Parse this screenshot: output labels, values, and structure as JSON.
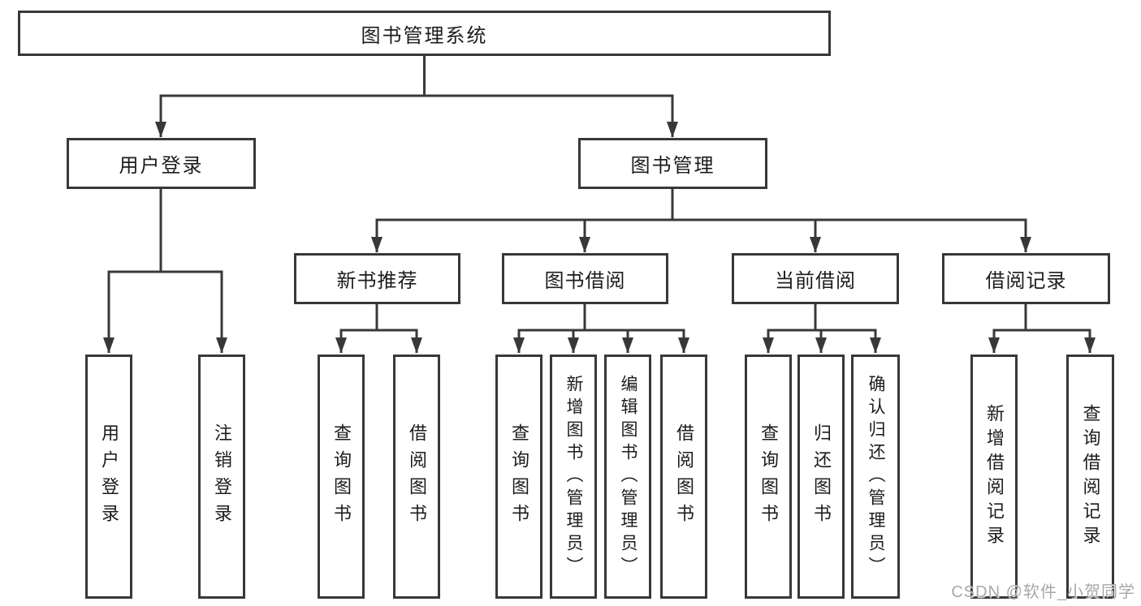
{
  "colors": {
    "background": "#ffffff",
    "line": "#383838",
    "text": "#1c1c1c",
    "watermark": "#a8a8a8"
  },
  "diagram": {
    "root": {
      "label": "图书管理系统"
    },
    "branches": [
      {
        "label": "用户登录",
        "children": [
          {
            "label": "用户登录"
          },
          {
            "label": "注销登录"
          }
        ]
      },
      {
        "label": "图书管理",
        "children": [
          {
            "label": "新书推荐",
            "children": [
              {
                "label": "查询图书"
              },
              {
                "label": "借阅图书"
              }
            ]
          },
          {
            "label": "图书借阅",
            "children": [
              {
                "label": "查询图书"
              },
              {
                "label": "新增图书（管理员）"
              },
              {
                "label": "编辑图书（管理员）"
              },
              {
                "label": "借阅图书"
              }
            ]
          },
          {
            "label": "当前借阅",
            "children": [
              {
                "label": "查询图书"
              },
              {
                "label": "归还图书"
              },
              {
                "label": "确认归还（管理员）"
              }
            ]
          },
          {
            "label": "借阅记录",
            "children": [
              {
                "label": "新增借阅记录"
              },
              {
                "label": "查询借阅记录"
              }
            ]
          }
        ]
      }
    ],
    "watermark": "CSDN @软件_小贺同学"
  }
}
